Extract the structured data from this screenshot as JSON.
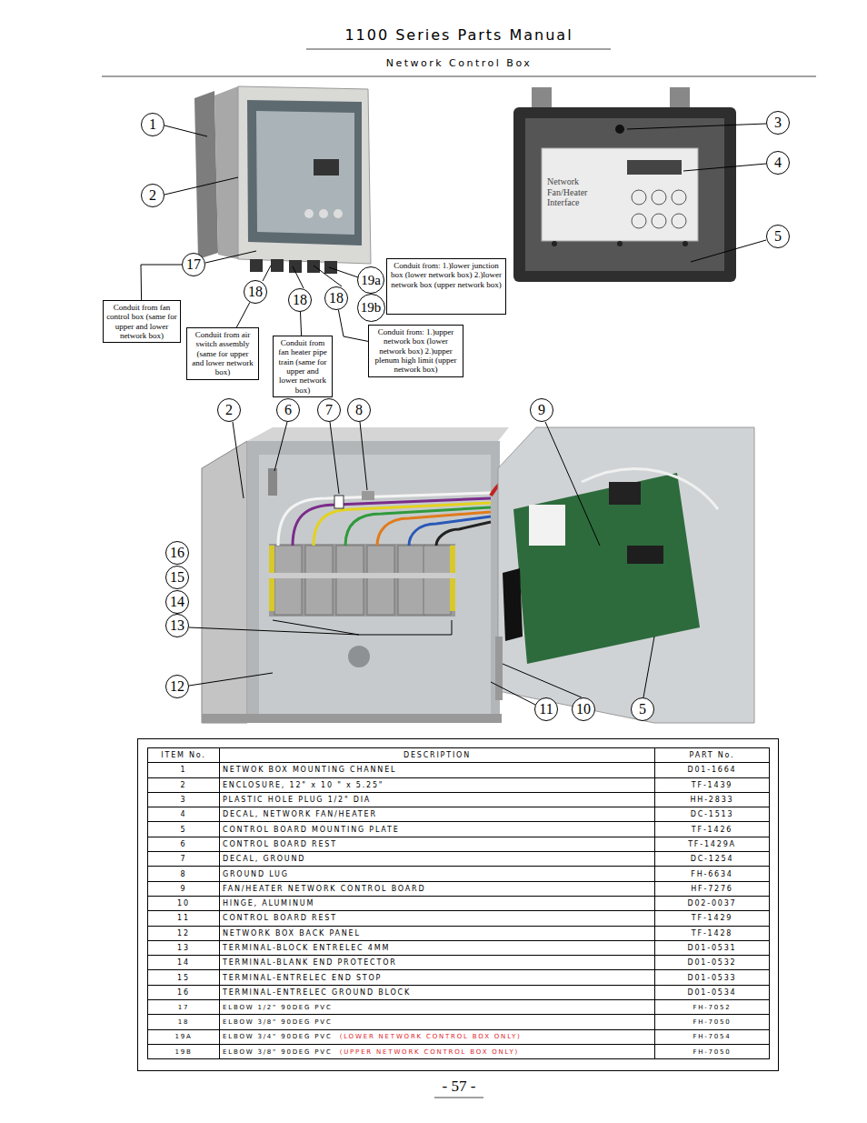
{
  "diagram": {
    "title": "1100 Series Parts Manual",
    "nodes": [
      {
        "text": [
          "1"
        ]
      },
      {
        "text": [
          "3"
        ]
      },
      {
        "text": [
          "4"
        ]
      },
      {
        "text": [
          "2"
        ]
      },
      {
        "text": [
          "5"
        ]
      },
      {
        "text": [
          "17"
        ]
      },
      {
        "text": [
          "Conduit from: 1.)lower junction box (lower network box) 2.)lower network box (upper network box)"
        ]
      },
      {
        "text": [
          "19a"
        ]
      },
      {
        "text": [
          "18"
        ]
      },
      {
        "text": [
          "18"
        ]
      },
      {
        "text": [
          "18"
        ]
      },
      {
        "text": [
          "19b"
        ]
      },
      {
        "text": [
          "Conduit from fan control box (same for upper and lower network box)"
        ]
      },
      {
        "text": [
          "Conduit from air switch assembly (same for upper and lower network box)"
        ]
      },
      {
        "text": [
          "Conduit from fan heater pipe train (same for upper and lower network box)"
        ]
      },
      {
        "text": [
          "Conduit from: 1.)upper network box (lower network box) 2.)upper plenum high limit (upper network box)"
        ]
      },
      {
        "text": [
          "2"
        ]
      },
      {
        "text": [
          "6"
        ]
      },
      {
        "text": [
          "7"
        ]
      },
      {
        "text": [
          "8"
        ]
      },
      {
        "text": [
          "9"
        ]
      },
      {
        "text": [
          "16"
        ]
      },
      {
        "text": [
          "15"
        ]
      },
      {
        "text": [
          "14"
        ]
      },
      {
        "text": [
          "13"
        ]
      },
      {
        "text": [
          "12"
        ]
      },
      {
        "text": [
          "11"
        ]
      },
      {
        "text": [
          "10"
        ]
      },
      {
        "text": [
          "5"
        ]
      }
    ],
    "edges": [
      {
        "from": 12,
        "to": 5,
        "arrow": "none"
      },
      {
        "from": 13,
        "to": 8,
        "arrow": "none"
      },
      {
        "from": 14,
        "to": 9,
        "arrow": "none"
      },
      {
        "from": 15,
        "to": 10,
        "arrow": "none"
      }
    ],
    "labels": [
      "Network Control Box",
      "ITEM No.",
      "DESCRIPTION",
      "PART No.",
      "1",
      "NETWOK BOX MOUNTING CHANNEL",
      "D01-1664",
      "2",
      "ENCLOSURE, 12\" x 10 \" x 5.25\"",
      "TF-1439",
      "3",
      "PLASTIC HOLE PLUG 1/2\" DIA",
      "HH-2833",
      "4",
      "DECAL, NETWORK FAN/HEATER",
      "DC-1513",
      "5",
      "CONTROL BOARD MOUNTING PLATE",
      "TF-1426",
      "6",
      "CONTROL BOARD REST",
      "TF-1429A",
      "7",
      "DECAL, GROUND",
      "DC-1254",
      "8",
      "GROUND LUG",
      "FH-6634",
      "9",
      "FAN/HEATER NETWORK CONTROL BOARD",
      "HF-7276",
      "10",
      "HINGE, ALUMINUM",
      "D02-0037",
      "11",
      "CONTROL BOARD REST",
      "TF-1429",
      "12",
      "NETWORK BOX BACK PANEL",
      "TF-1428",
      "13",
      "TERMINAL-BLOCK ENTRELEC 4MM",
      "D01-0531",
      "14",
      "TERMINAL-BLANK END PROTECTOR",
      "D01-0532",
      "15",
      "TERMINAL-ENTRELEC END STOP",
      "D01-0533",
      "16",
      "TERMINAL-ENTRELEC GROUND BLOCK",
      "D01-0534",
      "17",
      "ELBOW 1/2\" 90DEG PVC",
      "FH-7052",
      "18",
      "ELBOW 3/8\" 90DEG PVC",
      "FH-7050",
      "19A",
      "ELBOW 3/4\" 90DEG PVC",
      "(LOWER NETWORK CONTROL BOX ONLY)",
      "FH-7054",
      "19B",
      "ELBOW 3/8\" 90DEG PVC",
      "(UPPER NETWORK CONTROL BOX ONLY)",
      "FH-7050",
      "- 57 -",
      "Network Fan/Heater Interface"
    ]
  }
}
